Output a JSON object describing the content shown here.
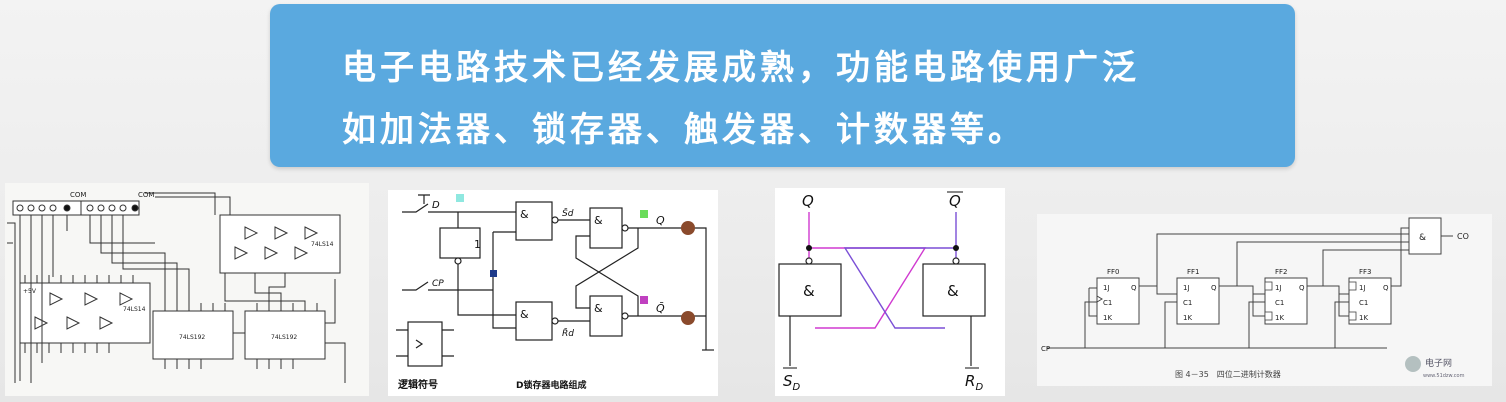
{
  "banner": {
    "line1": "电子电路技术已经发展成熟，功能电路使用广泛",
    "line2": "如加法器、锁存器、触发器、计数器等。"
  },
  "panel1": {
    "com_label": "COM",
    "chip_74ls14": "74LS14",
    "chip_74ls192": "74LS192",
    "vcc_label": "+5V"
  },
  "panel2": {
    "gate_not": "1",
    "gate_and": "&",
    "input_d": "D",
    "input_cp": "CP",
    "sd_label": "S̄d",
    "rd_label": "R̄d",
    "out_q": "Q",
    "out_qbar": "Q̄",
    "caption_left": "逻辑符号",
    "caption_right": "D锁存器电路组成"
  },
  "panel3": {
    "q_label": "Q",
    "qbar_label": "Q",
    "gate_and": "&",
    "sd_label": "S",
    "sd_sub": "D",
    "rd_label": "R",
    "rd_sub": "D",
    "colors": {
      "wire_purple": "#7b4fd6",
      "wire_magenta": "#d03ad0"
    }
  },
  "panel4": {
    "ff0": "FF0",
    "ff1": "FF1",
    "ff2": "FF2",
    "ff3": "FF3",
    "pin_1j": "1J",
    "pin_c1": "C1",
    "pin_1k": "1K",
    "pin_q": "Q",
    "gate_and": "&",
    "out_co": "CO",
    "input_cp": "CP",
    "caption": "图 4－35　四位二进制计数器",
    "logo_text": "电子网",
    "logo_url": "www.51dzw.com"
  }
}
